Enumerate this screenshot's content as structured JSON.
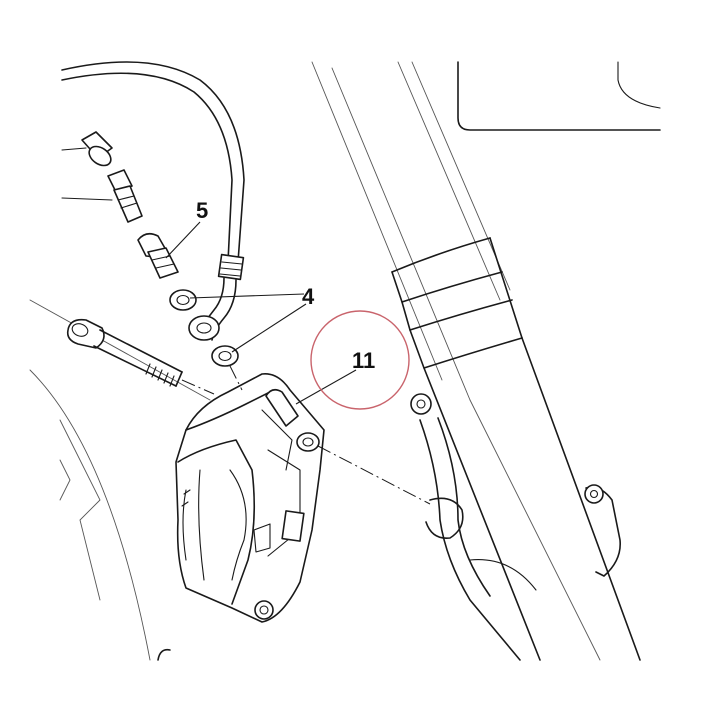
{
  "callouts": {
    "part_5": "5",
    "part_4": "4",
    "part_11": "11"
  },
  "colors": {
    "line": "#1a1a1a",
    "faint_line": "#555555",
    "highlight_circle": "#c9646c",
    "background": "#ffffff"
  }
}
